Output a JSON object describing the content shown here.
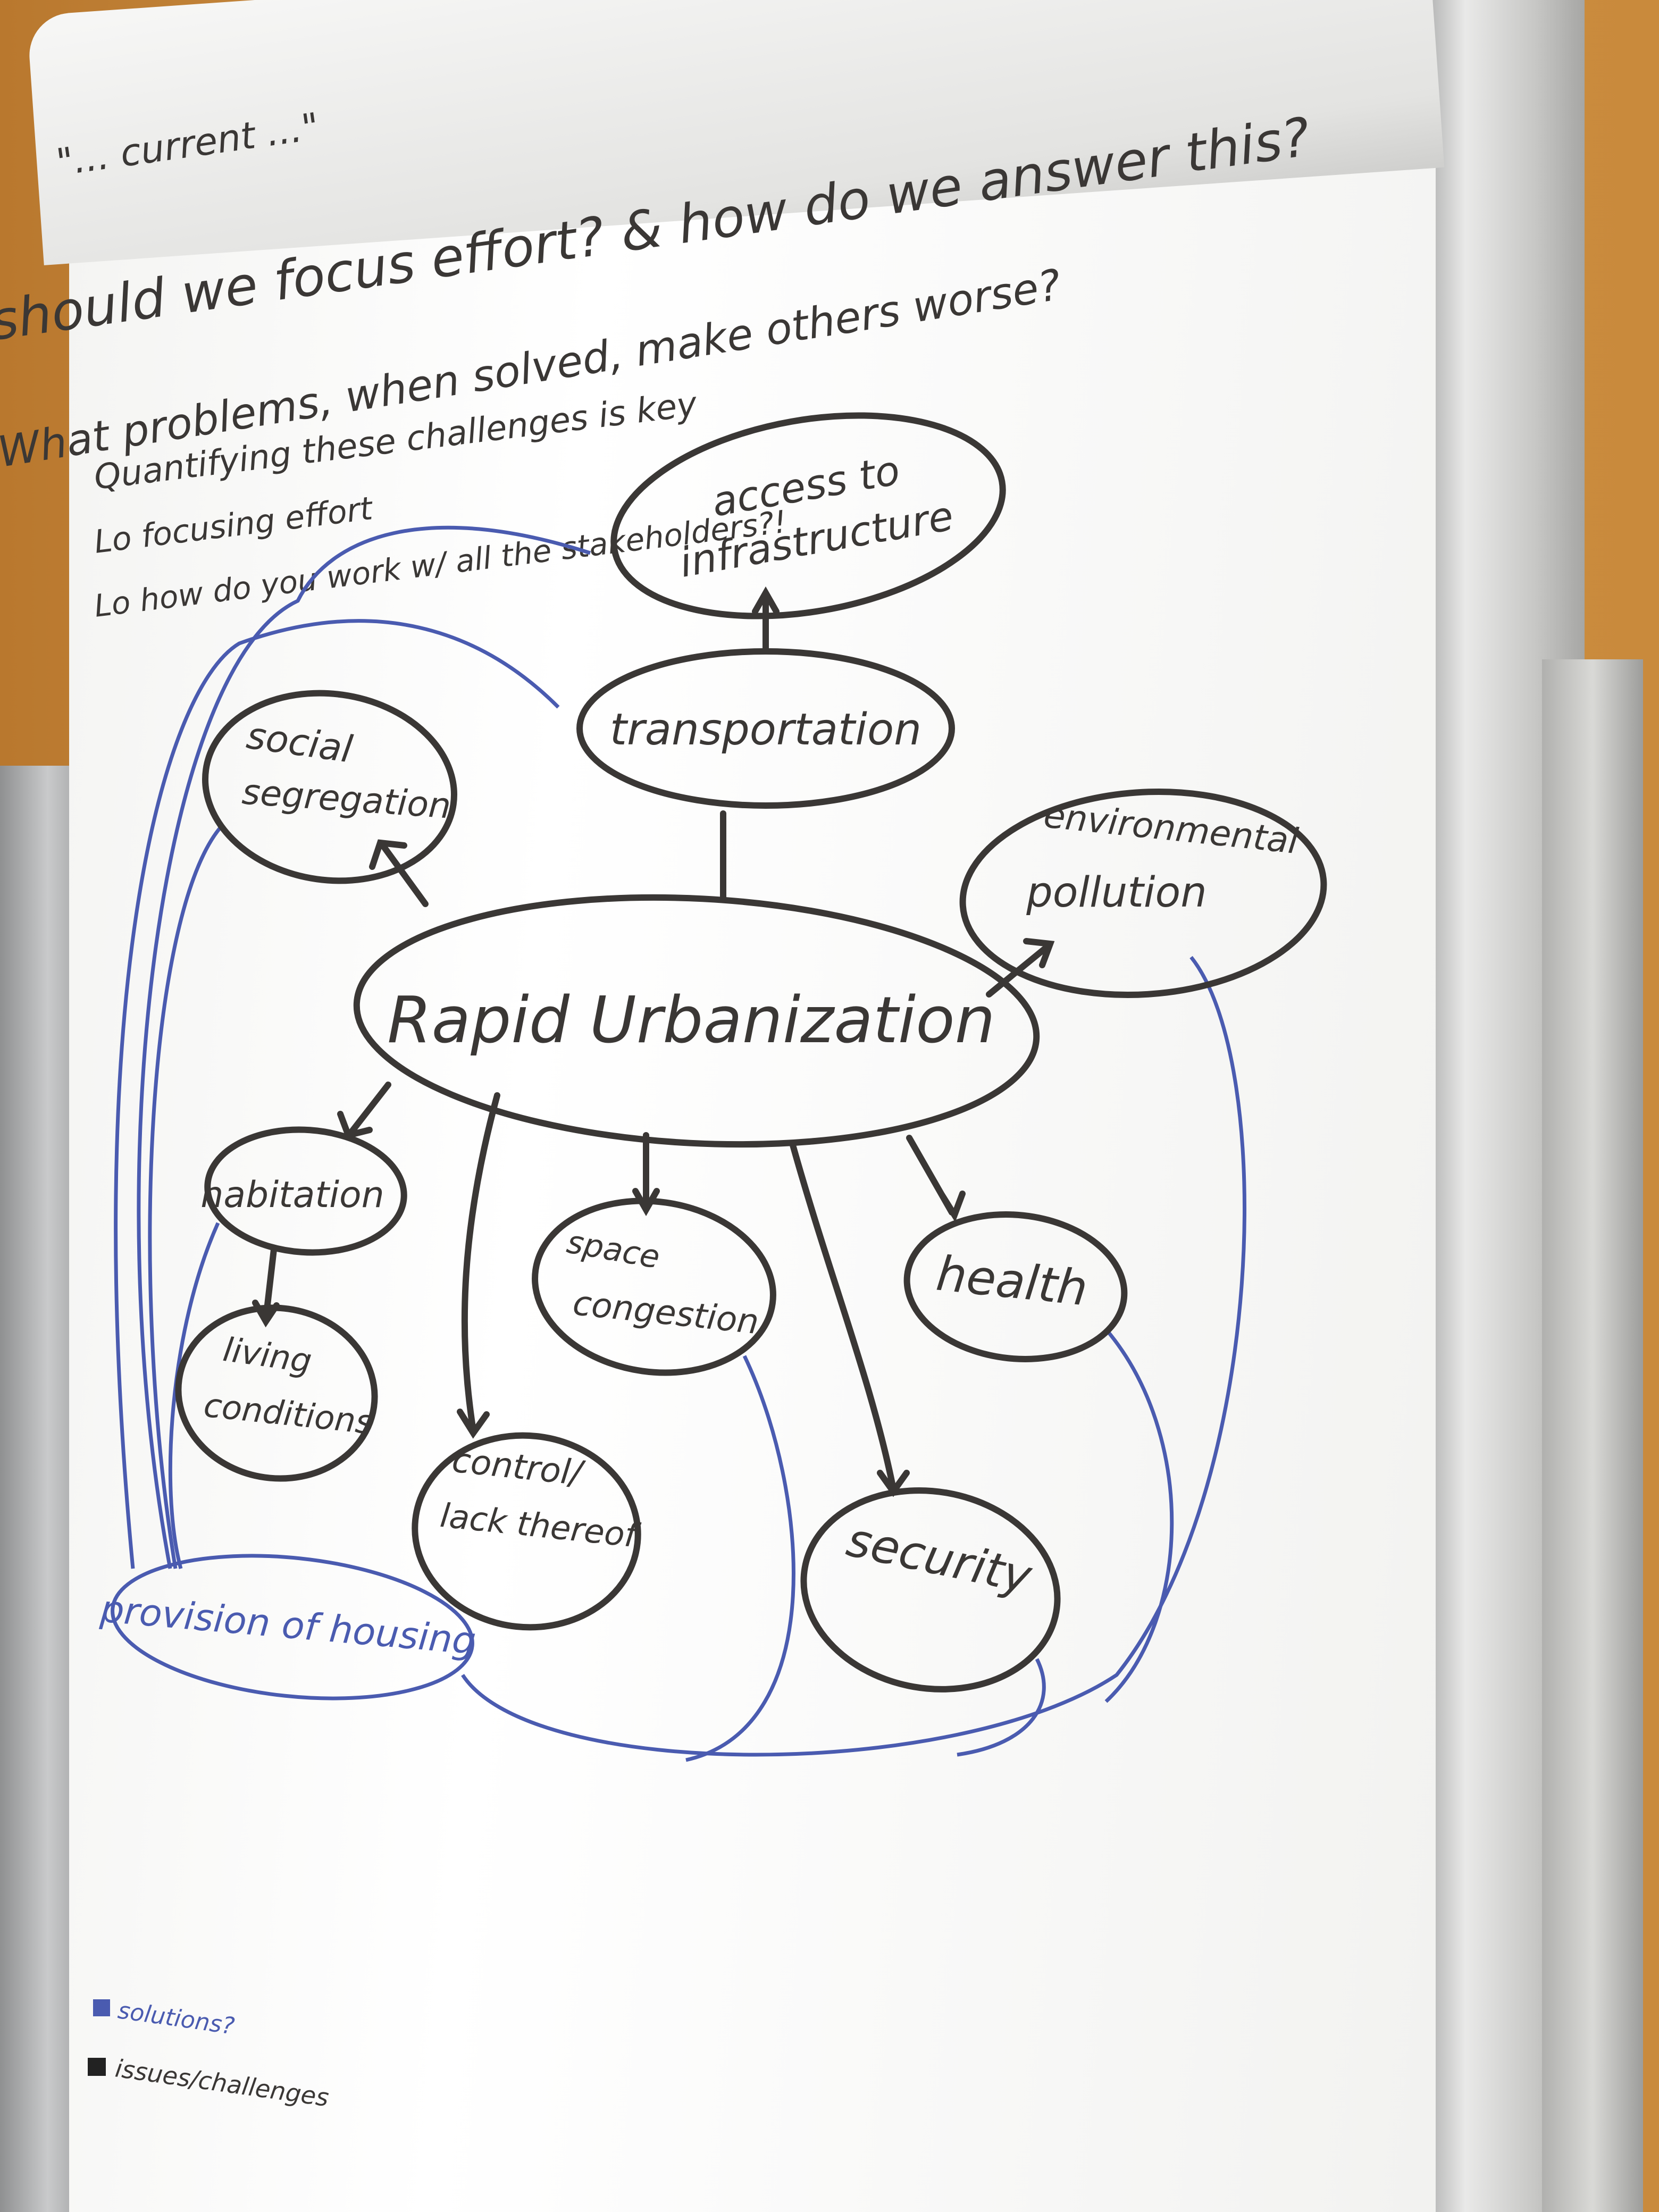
{
  "top_curl_text": "\"... current ...\"",
  "questions": [
    "Where should we focus effort? & how do we answer this?",
    "What problems, when solved, make others worse?",
    "Quantifying these challenges is key",
    "Lo focusing effort",
    "Lo how do you work w/ all the stakeholders?!"
  ],
  "nodes": {
    "center": "Rapid Urbanization",
    "transportation": "transportation",
    "access": [
      "access to",
      "infrastructure"
    ],
    "social": [
      "social",
      "segregation"
    ],
    "environment": [
      "environmental",
      "pollution"
    ],
    "habitation": "habitation",
    "living": [
      "living",
      "conditions"
    ],
    "control": [
      "control/",
      "lack thereof"
    ],
    "space": [
      "space",
      "congestion"
    ],
    "health": "health",
    "security": "security",
    "housing": "provision of housing"
  },
  "legend": {
    "solution": "solutions?",
    "issues": "issues/challenges"
  },
  "colors": {
    "marker_black": "#3a3735",
    "marker_blue": "#4a5bb0",
    "wall": "#c98a3c"
  }
}
